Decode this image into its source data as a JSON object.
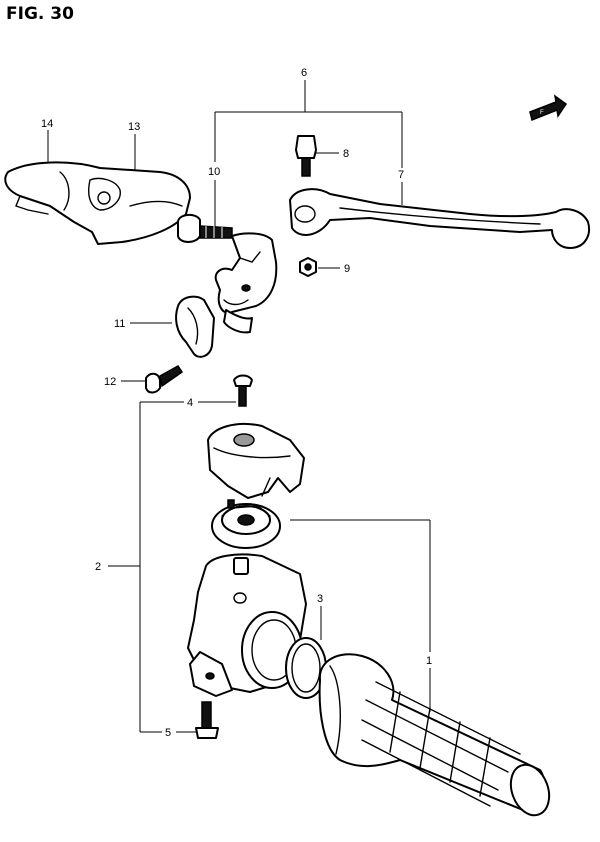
{
  "figure": {
    "title": "FIG. 30"
  },
  "callouts": [
    {
      "id": "c1",
      "number": "1"
    },
    {
      "id": "c2",
      "number": "2"
    },
    {
      "id": "c3",
      "number": "3"
    },
    {
      "id": "c4",
      "number": "4"
    },
    {
      "id": "c5",
      "number": "5"
    },
    {
      "id": "c6",
      "number": "6"
    },
    {
      "id": "c7",
      "number": "7"
    },
    {
      "id": "c8",
      "number": "8"
    },
    {
      "id": "c9",
      "number": "9"
    },
    {
      "id": "c10",
      "number": "10"
    },
    {
      "id": "c11",
      "number": "11"
    },
    {
      "id": "c12",
      "number": "12"
    },
    {
      "id": "c13",
      "number": "13"
    },
    {
      "id": "c14",
      "number": "14"
    }
  ],
  "icons": {
    "front_arrow": "front-direction-arrow-icon"
  }
}
